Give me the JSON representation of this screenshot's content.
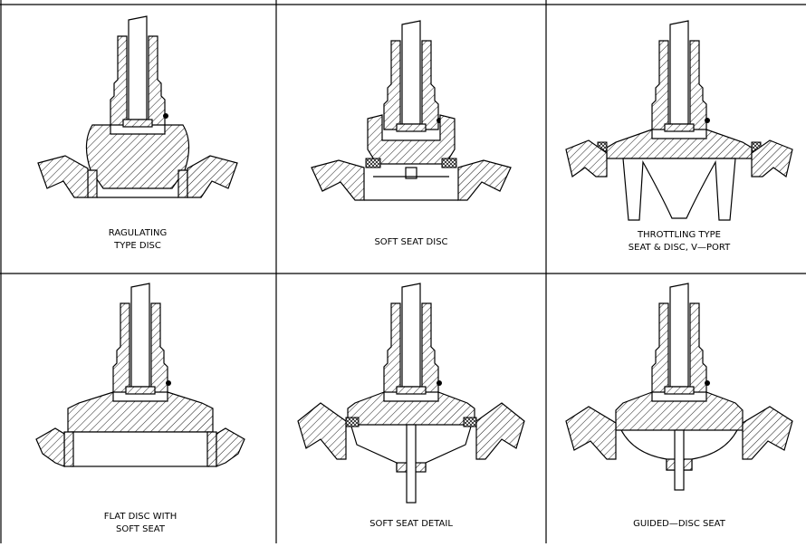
{
  "panels": [
    {
      "caption_lines": [
        "RAGULATING",
        "TYPE DISC"
      ]
    },
    {
      "caption_lines": [
        "SOFT SEAT DISC"
      ]
    },
    {
      "caption_lines": [
        "THROTTLING TYPE",
        "SEAT & DISC, V—PORT"
      ]
    },
    {
      "caption_lines": [
        "FLAT DISC WITH",
        "SOFT SEAT"
      ]
    },
    {
      "caption_lines": [
        "SOFT SEAT DETAIL"
      ]
    },
    {
      "caption_lines": [
        "GUIDED—DISC SEAT"
      ]
    }
  ]
}
